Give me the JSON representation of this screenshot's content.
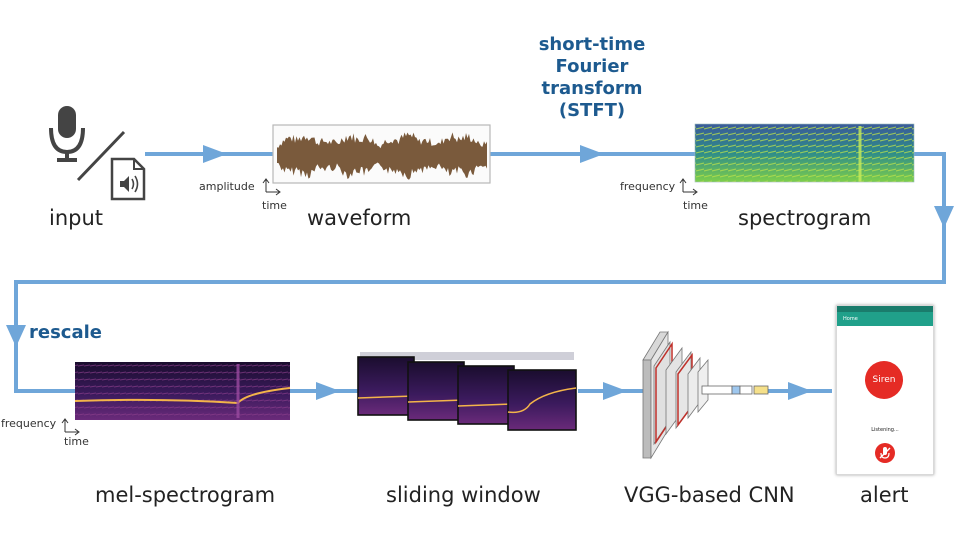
{
  "stages": {
    "input": "input",
    "waveform": "waveform",
    "spectrogram": "spectrogram",
    "mel_spectrogram": "mel-spectrogram",
    "sliding_window": "sliding window",
    "cnn": "VGG-based CNN",
    "alert": "alert"
  },
  "transforms": {
    "stft": [
      "short-time",
      "Fourier",
      "transform",
      "(STFT)"
    ],
    "rescale": "rescale"
  },
  "axes": {
    "waveform": {
      "y": "amplitude",
      "x": "time"
    },
    "spectrogram": {
      "y": "frequency",
      "x": "time"
    },
    "mel": {
      "y": "frequency",
      "x": "time"
    }
  },
  "phone": {
    "app_title": "Home",
    "button_label": "Siren",
    "status_text": "Listening..."
  },
  "icons": [
    "microphone-icon",
    "audio-file-icon",
    "mic-off-icon"
  ],
  "colors": {
    "arrow": "#6fa6d9",
    "accent_text": "#1d5a8f",
    "waveform": "#7a5a3c",
    "alert_red": "#e52b25",
    "app_bar": "#20a08a"
  }
}
